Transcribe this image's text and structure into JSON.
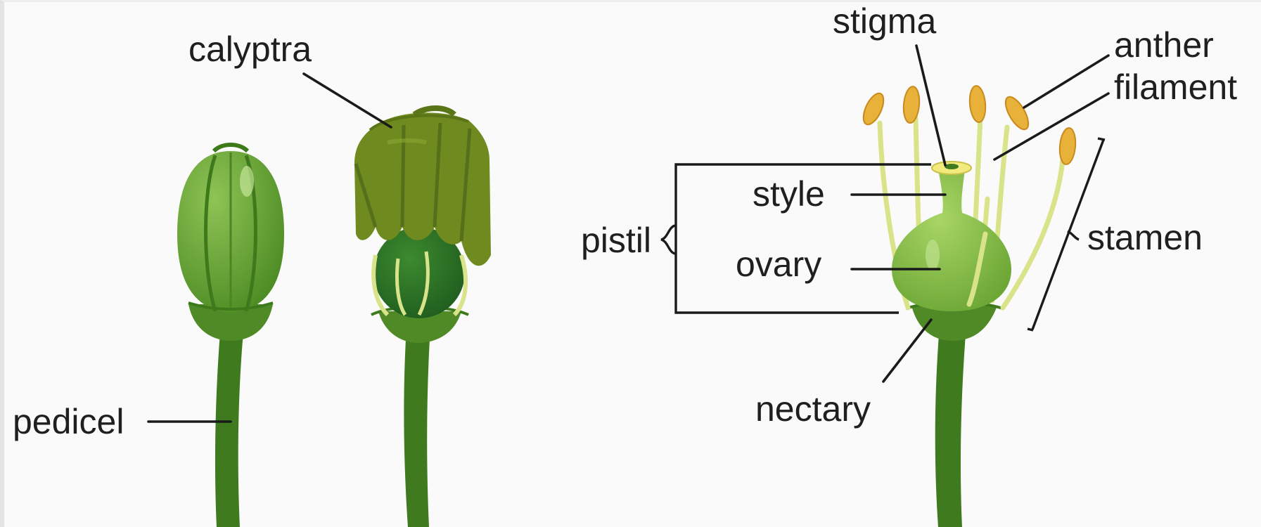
{
  "labels": {
    "calyptra": "calyptra",
    "pedicel": "pedicel",
    "stigma": "stigma",
    "anther": "anther",
    "filament": "filament",
    "style": "style",
    "pistil": "pistil",
    "ovary": "ovary",
    "stamen": "stamen",
    "nectary": "nectary"
  },
  "colors": {
    "stem": "#3f7a1f",
    "bud": "#5b9a2a",
    "calyptra": "#6f8a1f",
    "ovary": "#8cc04a",
    "filament": "#d9e48a",
    "anther": "#e8b23a",
    "dark_fruit": "#245f22"
  }
}
